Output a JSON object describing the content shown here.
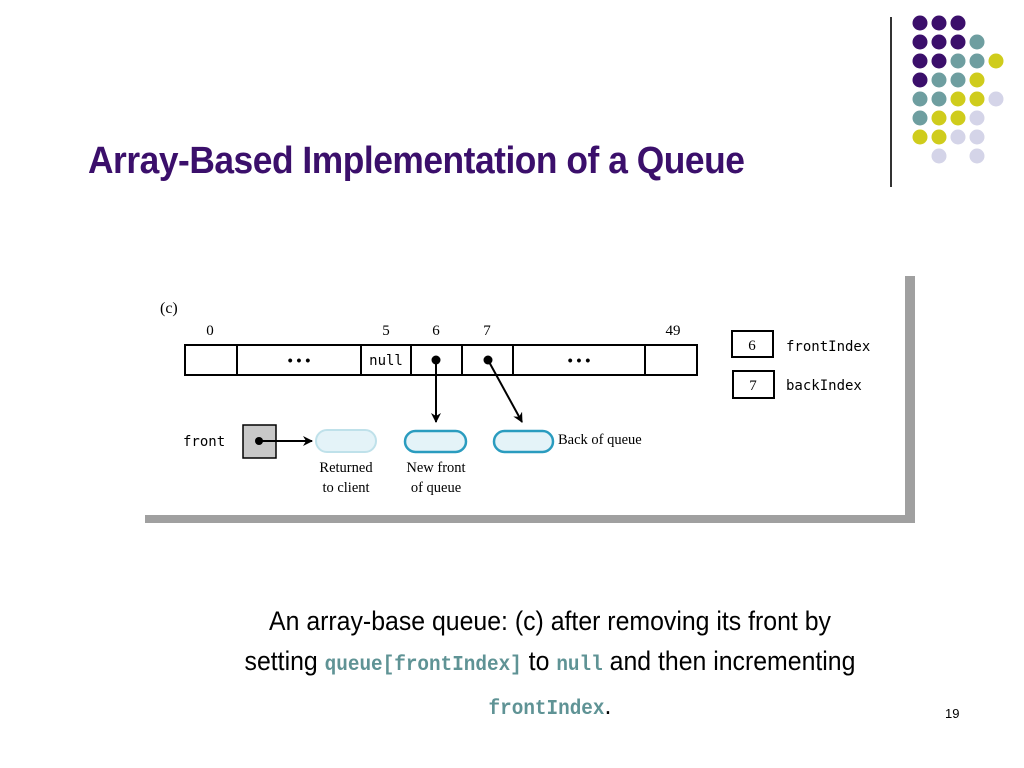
{
  "slide": {
    "title": "Array-Based Implementation of a Queue",
    "page_number": "19",
    "colors": {
      "title": "#3b0f6b",
      "dark_purple": "#3b0f6b",
      "teal": "#6e9ea0",
      "yellow": "#cfcc1c",
      "lavender": "#d4d4e8",
      "code": "#5f9395"
    }
  },
  "figure": {
    "part_label": "(c)",
    "array": {
      "indices": [
        "0",
        "5",
        "6",
        "7",
        "49"
      ],
      "cells": [
        "",
        "• • •",
        "null",
        "●",
        "●",
        "• • •",
        ""
      ]
    },
    "front_index": {
      "value": "6",
      "label": "frontIndex"
    },
    "back_index": {
      "value": "7",
      "label": "backIndex"
    },
    "front_variable": "front",
    "nodes": {
      "returned": {
        "line1": "Returned",
        "line2": "to client"
      },
      "new_front": {
        "line1": "New front",
        "line2": "of queue"
      },
      "back": "Back of queue"
    }
  },
  "caption": {
    "line1": "An array-base queue: (c) after removing its front by",
    "line2_pre": "setting",
    "line2_code1": "queue[frontIndex]",
    "line2_mid": "to",
    "line2_code2": "null",
    "line2_post": "and then incrementing",
    "line3_code": "frontIndex",
    "line3_post": "."
  }
}
